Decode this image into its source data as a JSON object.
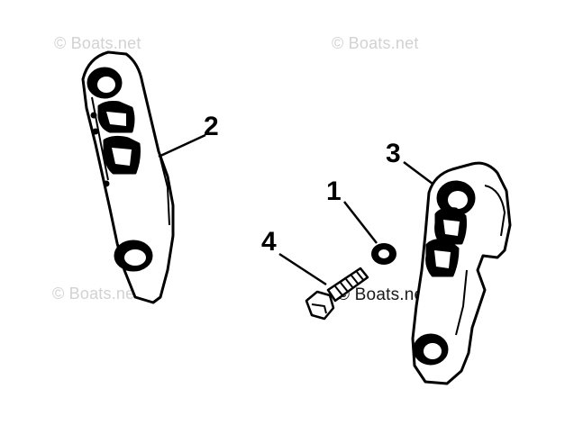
{
  "watermark": {
    "text": "© Boats.net",
    "color": "#d2d2d2"
  },
  "callouts": {
    "c1": "1",
    "c2": "2",
    "c3": "3",
    "c4": "4"
  },
  "parts": {
    "p1": "washer-icon",
    "p2": "mount-bracket-left-icon",
    "p3": "mount-bracket-right-icon",
    "p4": "hex-bolt-icon"
  },
  "colors": {
    "ink": "#000000",
    "background": "#ffffff"
  }
}
